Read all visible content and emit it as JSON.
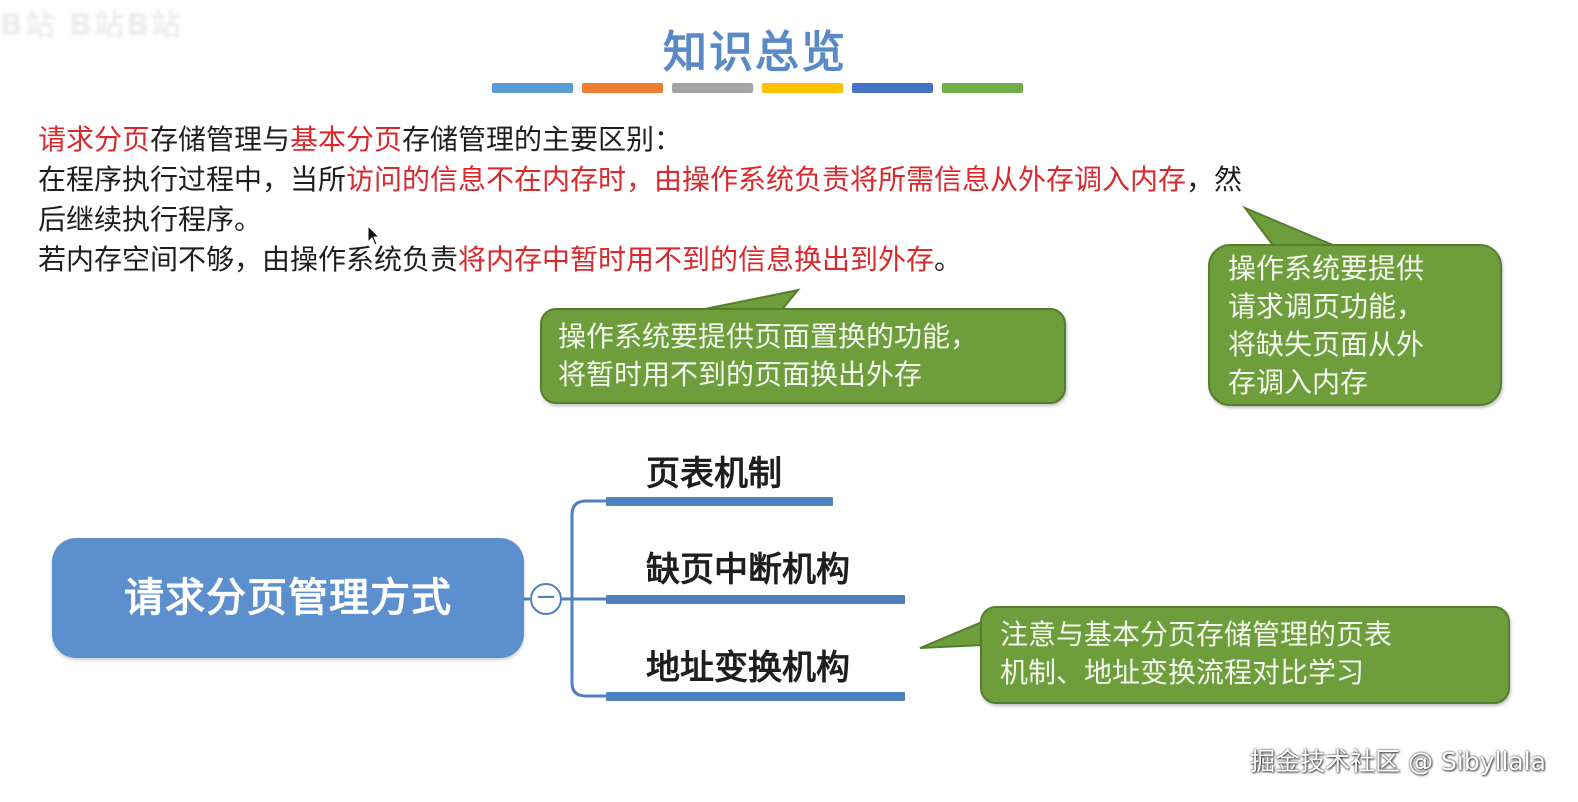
{
  "corner_logo": "B站 B站B站",
  "title": "知识总览",
  "title_bar_colors": [
    "#5b9bd5",
    "#ed7d31",
    "#a5a5a5",
    "#ffc000",
    "#4472c4",
    "#70ad47"
  ],
  "intro": {
    "line1_red_a": "请求分页",
    "line1_text_a": "存储管理与",
    "line1_red_b": "基本分页",
    "line1_text_b": "存储管理的主要区别：",
    "line2_text_a": "在程序执行过程中，当所",
    "line2_red": "访问的信息不在内存时，由操作系统负责将所需信息从外存调入内存",
    "line2_text_b": "，然",
    "line3_text": "后继续执行程序。",
    "line4_text_a": "若内存空间不够，由操作系统负责",
    "line4_red": "将内存中暂时用不到的信息换出到外存",
    "line4_text_b": "。"
  },
  "callouts": {
    "page_replacement": {
      "line1": "操作系统要提供页面置换的功能，",
      "line2": "将暂时用不到的页面换出外存"
    },
    "demand_paging": {
      "line1": "操作系统要提供",
      "line2": "请求调页功能，",
      "line3": "将缺失页面从外",
      "line4": "存调入内存"
    },
    "comparison_note": {
      "line1": "注意与基本分页存储管理的页表",
      "line2": "机制、地址变换流程对比学习"
    }
  },
  "mindmap": {
    "root": "请求分页管理方式",
    "collapse_symbol": "−",
    "branches": [
      "页表机制",
      "缺页中断机构",
      "地址变换机构"
    ],
    "line_color": "#4f81bd",
    "node_color": "#5b8fcd"
  },
  "callout_color": "#6e9e3c",
  "highlight_color": "#d9292d",
  "watermark": "掘金技术社区 @ Sibyllala"
}
